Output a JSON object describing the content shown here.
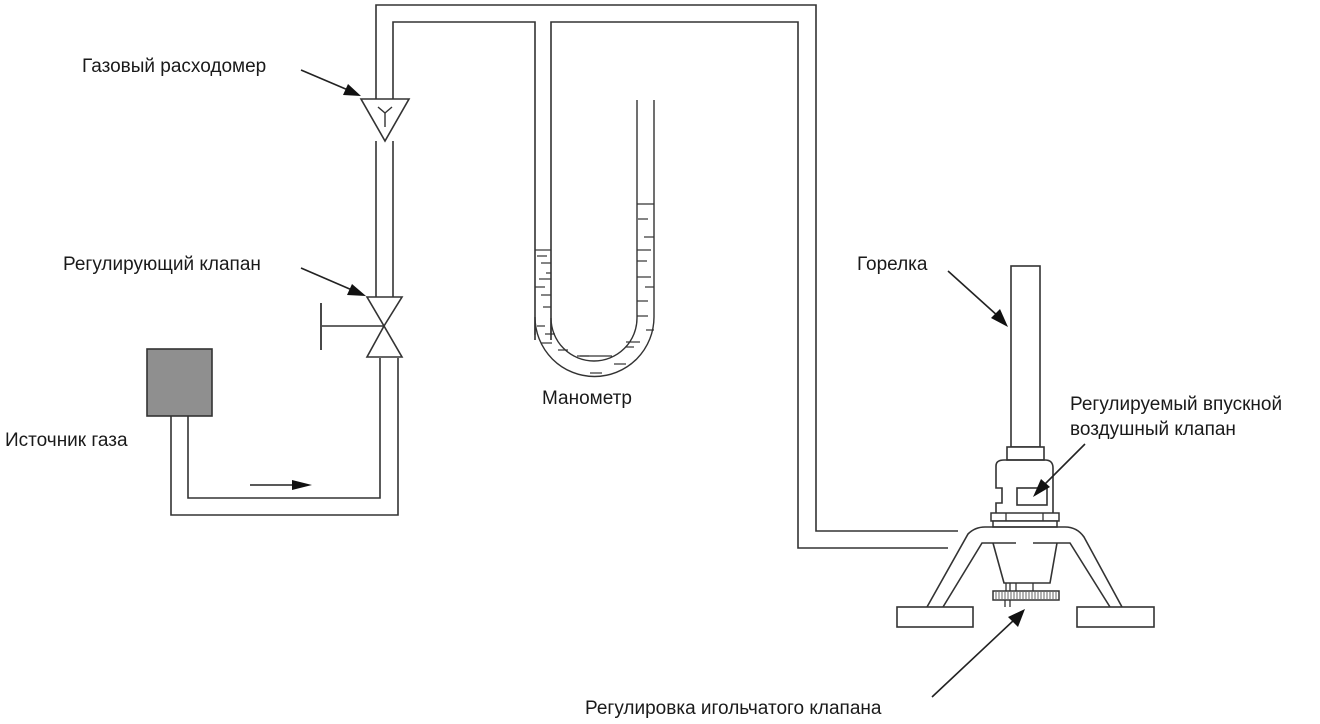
{
  "diagram": {
    "title": "Схема испытательной установки с газовой горелкой",
    "labels": {
      "flowmeter": "Газовый расходомер",
      "control_valve": "Регулирующий клапан",
      "gas_source": "Источник газа",
      "manometer": "Манометр",
      "burner": "Горелка",
      "air_valve_line1": "Регулируемый впускной",
      "air_valve_line2": "воздушный клапан",
      "needle_valve": "Регулировка игольчатого клапана"
    },
    "components": [
      {
        "id": "gas-source",
        "label_key": "gas_source",
        "icon": "filled-box"
      },
      {
        "id": "flow-direction",
        "icon": "right-arrow"
      },
      {
        "id": "control-valve",
        "label_key": "control_valve",
        "icon": "bowtie-valve"
      },
      {
        "id": "flowmeter",
        "label_key": "flowmeter",
        "icon": "inverted-triangle-Y"
      },
      {
        "id": "manometer",
        "label_key": "manometer",
        "icon": "u-tube"
      },
      {
        "id": "burner",
        "label_key": "burner",
        "icon": "tube"
      },
      {
        "id": "air-inlet-valve",
        "label_key": "air_valve_line1",
        "icon": "window"
      },
      {
        "id": "needle-valve",
        "label_key": "needle_valve",
        "icon": "knurled-wheel"
      }
    ],
    "colors": {
      "line": "#333333",
      "source_fill": "#8f8f8f",
      "background": "#ffffff"
    }
  }
}
